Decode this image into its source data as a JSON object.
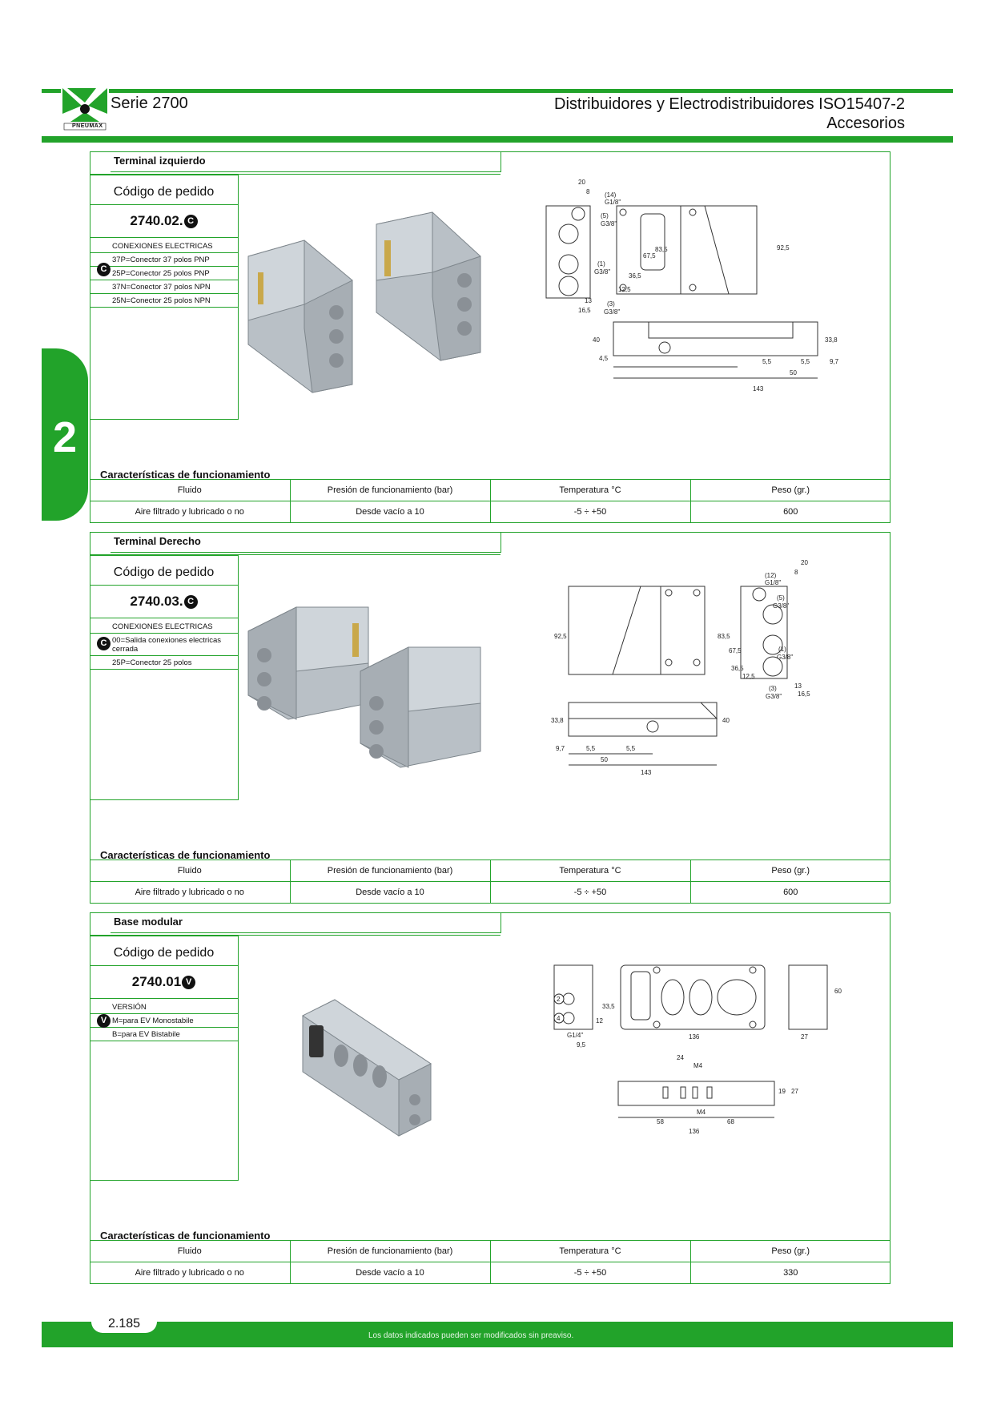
{
  "header": {
    "series": "Serie 2700",
    "title_line1": "Distribuidores y Electrodistribuidores ISO15407-2",
    "title_line2": "Accesorios",
    "logo_text": "PNEUMAX"
  },
  "chapter": "2",
  "sections": [
    {
      "title": "Terminal izquierdo",
      "code_label": "Código de pedido",
      "code": "2740.02.",
      "badge": "C",
      "options_header": "CONEXIONES ELECTRICAS",
      "options": [
        "37P=Conector 37 polos PNP",
        "25P=Conector 25 polos PNP",
        "37N=Conector 37 polos NPN",
        "25N=Conector 25 polos NPN"
      ],
      "char_title": "Características de funcionamiento",
      "table": {
        "headers": [
          "Fluido",
          "Presión de funcionamiento (bar)",
          "Temperatura °C",
          "Peso (gr.)"
        ],
        "row": [
          "Aire filtrado y lubricado o no",
          "Desde vacío a 10",
          "-5 ÷ +50",
          "600"
        ]
      },
      "dims": [
        "20",
        "8",
        "(14)",
        "G1/8\"",
        "(5)",
        "G3/8\"",
        "83,5",
        "67,5",
        "36,5",
        "12,5",
        "(1)",
        "G3/8\"",
        "13",
        "16,5",
        "(3)",
        "G3/8\"",
        "92,5",
        "40",
        "4,5",
        "33,8",
        "5,5",
        "5,5",
        "9,7",
        "50",
        "143"
      ]
    },
    {
      "title": "Terminal Derecho",
      "code_label": "Código de pedido",
      "code": "2740.03.",
      "badge": "C",
      "options_header": "CONEXIONES ELECTRICAS",
      "options": [
        "00=Salida conexiones electricas cerrada",
        "25P=Conector 25 polos"
      ],
      "char_title": "Características de funcionamiento",
      "table": {
        "headers": [
          "Fluido",
          "Presión de funcionamiento (bar)",
          "Temperatura °C",
          "Peso (gr.)"
        ],
        "row": [
          "Aire filtrado y lubricado o no",
          "Desde vacío a 10",
          "-5 ÷ +50",
          "600"
        ]
      },
      "dims": [
        "92,5",
        "20",
        "8",
        "(12)",
        "G1/8\"",
        "(5)",
        "G3/8\"",
        "83,5",
        "67,5",
        "36,5",
        "12,5",
        "(1)",
        "G3/8\"",
        "(3)",
        "G3/8\"",
        "13",
        "16,5",
        "33,8",
        "40",
        "9,7",
        "5,5",
        "5,5",
        "50",
        "143"
      ]
    },
    {
      "title": "Base modular",
      "code_label": "Código de pedido",
      "code": "2740.01",
      "badge": "V",
      "options_header": "VERSIÓN",
      "options": [
        "M=para EV Monostabile",
        "B=para EV Bistabile"
      ],
      "char_title": "Características de funcionamiento",
      "table": {
        "headers": [
          "Fluido",
          "Presión de funcionamiento (bar)",
          "Temperatura °C",
          "Peso (gr.)"
        ],
        "row": [
          "Aire filtrado y lubricado o no",
          "Desde vacío a 10",
          "-5 ÷ +50",
          "330"
        ]
      },
      "dims": [
        "33,5",
        "12",
        "G1/4\"",
        "9,5",
        "136",
        "27",
        "60",
        "24",
        "M4",
        "19",
        "27",
        "M4",
        "58",
        "68",
        "136"
      ],
      "ports": [
        "2",
        "4"
      ]
    }
  ],
  "footer": {
    "page": "2.185",
    "note": "Los datos indicados pueden ser modificados sin preaviso."
  }
}
